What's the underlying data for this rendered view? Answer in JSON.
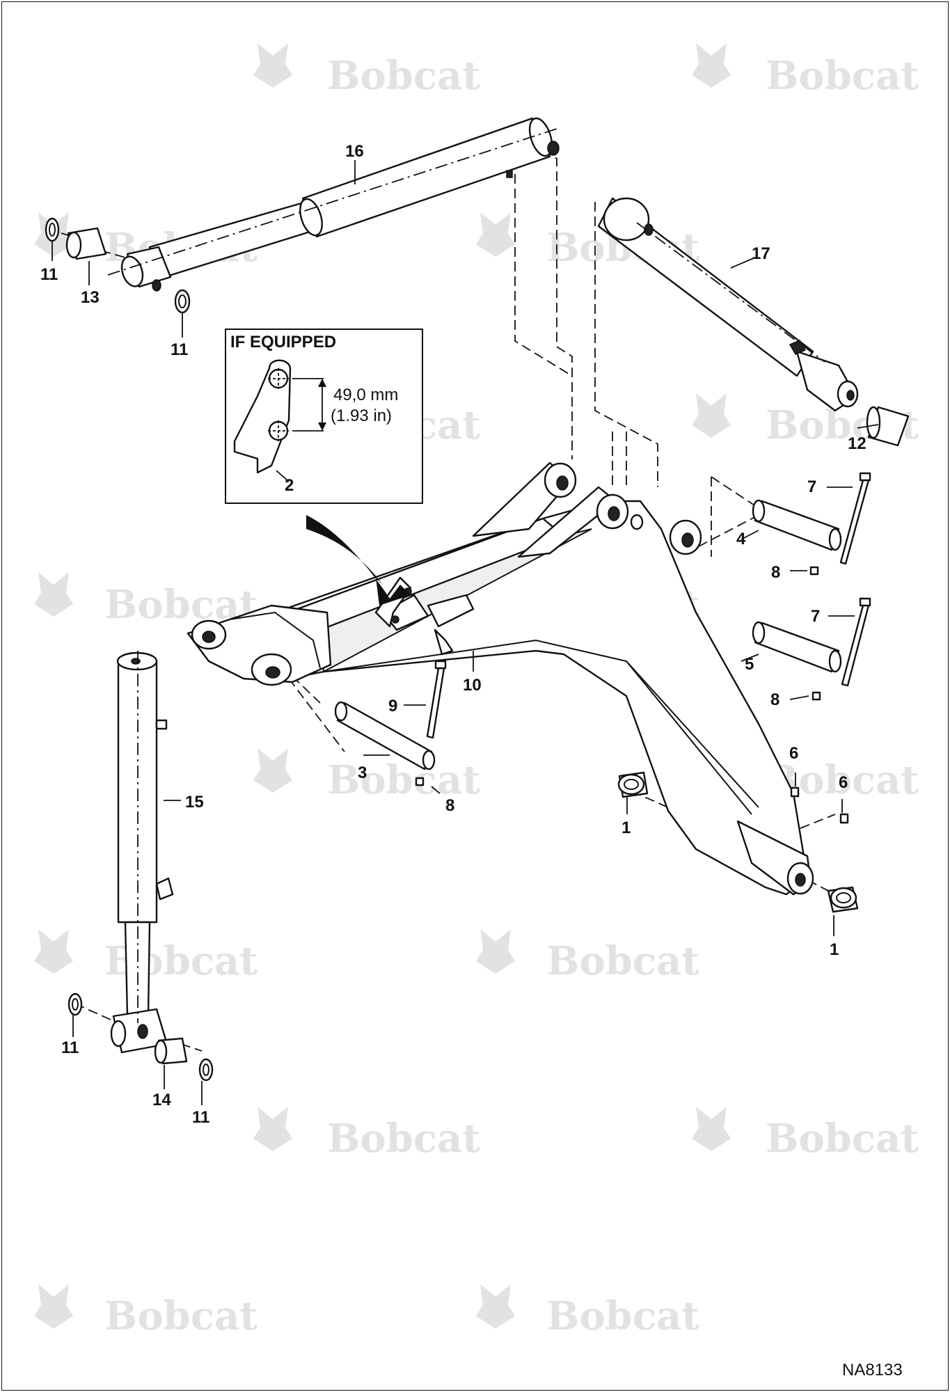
{
  "inset": {
    "title": "IF EQUIPPED",
    "dimension_mm": "49,0 mm",
    "dimension_in": "(1.93 in)",
    "part_label": "2"
  },
  "watermark_brand": "Bobcat",
  "figure_id": "NA8133",
  "callouts": [
    "1",
    "1",
    "3",
    "4",
    "5",
    "6",
    "6",
    "7",
    "7",
    "8",
    "8",
    "8",
    "9",
    "10",
    "11",
    "11",
    "11",
    "11",
    "12",
    "13",
    "14",
    "15",
    "16",
    "17"
  ]
}
